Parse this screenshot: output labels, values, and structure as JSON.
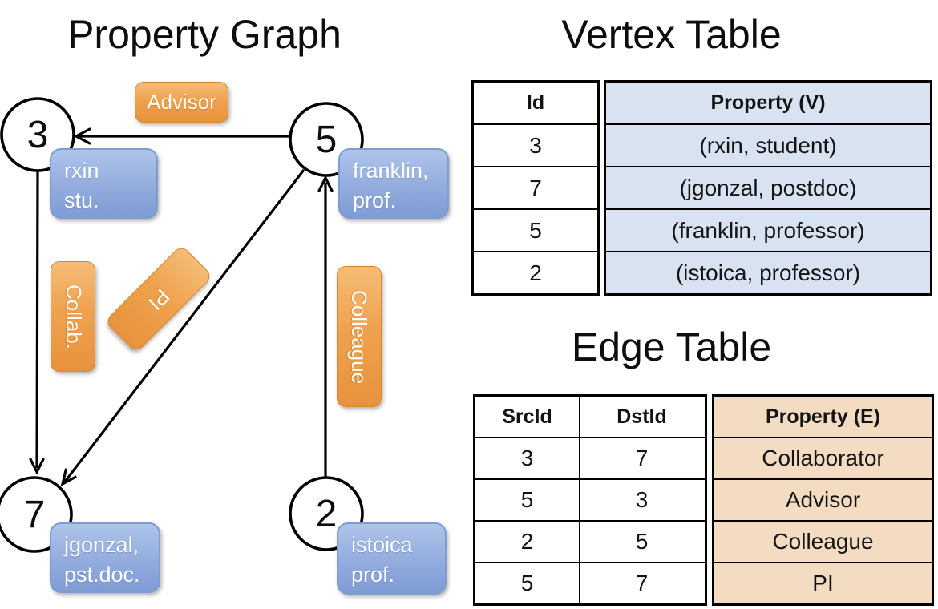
{
  "colors": {
    "orange_top": "#f5bc77",
    "orange_bottom": "#e8923c",
    "blue_top": "#aec4ea",
    "blue_bottom": "#7e9cd6",
    "blue_border": "#7f9bd1",
    "table_blue": "#d9e2f1",
    "table_tan": "#f3dcc2"
  },
  "graph": {
    "title": "Property Graph",
    "nodes": [
      {
        "id": "3",
        "line1": "rxin",
        "line2": "stu."
      },
      {
        "id": "5",
        "line1": "franklin,",
        "line2": "prof."
      },
      {
        "id": "7",
        "line1": "jgonzal,",
        "line2": "pst.doc."
      },
      {
        "id": "2",
        "line1": "istoica",
        "line2": "prof."
      }
    ],
    "edge_labels": {
      "advisor": "Advisor",
      "collab": "Collab.",
      "pi": "PI",
      "colleague": "Colleague"
    }
  },
  "vertex_table": {
    "title": "Vertex Table",
    "columns": {
      "id": "Id",
      "property": "Property (V)"
    },
    "rows": [
      {
        "id": "3",
        "property": "(rxin, student)"
      },
      {
        "id": "7",
        "property": "(jgonzal, postdoc)"
      },
      {
        "id": "5",
        "property": "(franklin, professor)"
      },
      {
        "id": "2",
        "property": "(istoica, professor)"
      }
    ]
  },
  "edge_table": {
    "title": "Edge Table",
    "columns": {
      "src": "SrcId",
      "dst": "DstId",
      "property": "Property (E)"
    },
    "rows": [
      {
        "src": "3",
        "dst": "7",
        "property": "Collaborator"
      },
      {
        "src": "5",
        "dst": "3",
        "property": "Advisor"
      },
      {
        "src": "2",
        "dst": "5",
        "property": "Colleague"
      },
      {
        "src": "5",
        "dst": "7",
        "property": "PI"
      }
    ]
  }
}
